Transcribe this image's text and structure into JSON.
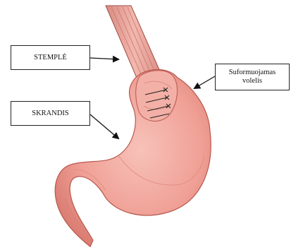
{
  "labels": {
    "esophagus": "STEMPLĖ",
    "stomach": "SKRANDIS",
    "fold_line1": "Suformuojamas",
    "fold_line2": "volelis"
  },
  "colors": {
    "stomach_fill": "#f2a49a",
    "stomach_shade": "#d97a70",
    "esophagus_fill": "#e9a59c",
    "outline": "#8a3b33",
    "stitch": "#222222"
  }
}
